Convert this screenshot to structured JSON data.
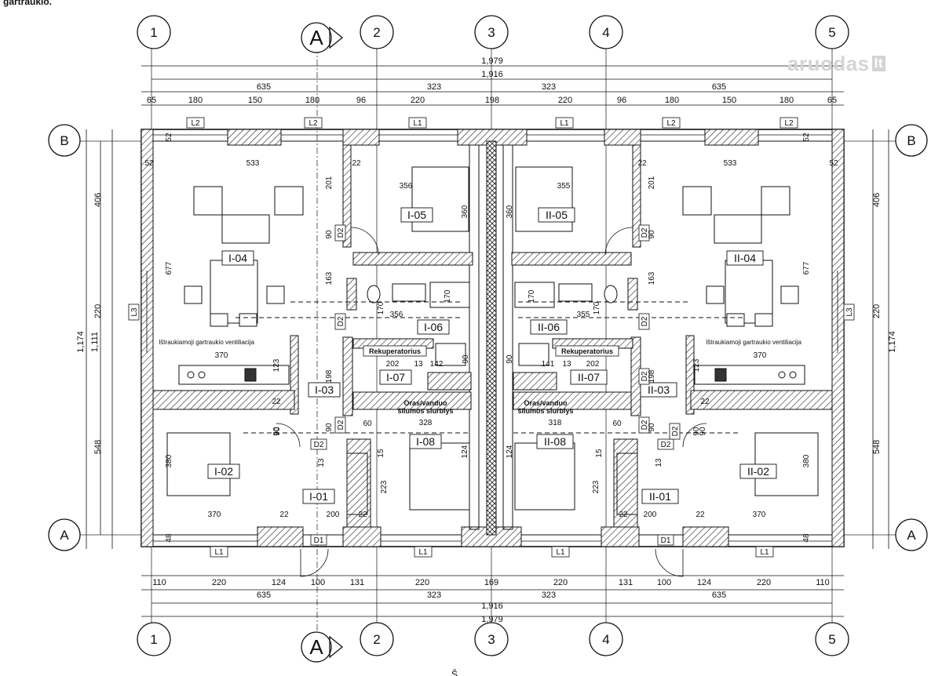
{
  "header": {
    "caption": "gartraukio."
  },
  "watermark": {
    "brand": "aruodas",
    "suffix": "lt"
  },
  "grid": {
    "columns": [
      "1",
      "2",
      "3",
      "4",
      "5"
    ],
    "rows": [
      "B",
      "A"
    ],
    "section": "A"
  },
  "dims_top": {
    "overall": "1,979",
    "inner": "1,916",
    "level2": [
      "635",
      "323",
      "323",
      "635"
    ],
    "level3": [
      "65",
      "180",
      "150",
      "180",
      "96",
      "220",
      "198",
      "220",
      "96",
      "180",
      "150",
      "180",
      "65"
    ]
  },
  "dims_bottom": {
    "overall": "1,979",
    "inner": "1,916",
    "level2": [
      "635",
      "323",
      "323",
      "635"
    ],
    "level3": [
      "110",
      "220",
      "124",
      "100",
      "131",
      "220",
      "169",
      "220",
      "131",
      "100",
      "124",
      "220",
      "110"
    ]
  },
  "dims_left": {
    "outer": "1,174",
    "inner": "1,111",
    "segments": [
      "406",
      "220",
      "548"
    ]
  },
  "dims_right": {
    "outer": "1,174",
    "segments": [
      "406",
      "220",
      "548"
    ]
  },
  "rooms": [
    "I-04",
    "I-05",
    "I-06",
    "I-07",
    "I-03",
    "I-02",
    "I-01",
    "I-08",
    "II-05",
    "II-04",
    "II-06",
    "II-07",
    "II-03",
    "II-02",
    "II-01",
    "II-08"
  ],
  "windows": [
    "L2",
    "L2",
    "L1",
    "L1",
    "L2",
    "L2",
    "L3",
    "L3",
    "L1",
    "L1",
    "L1",
    "L1"
  ],
  "doors": [
    "D2",
    "D2",
    "D2",
    "D2",
    "D2",
    "D2",
    "D2",
    "D2",
    "D2",
    "D2",
    "D1",
    "D1"
  ],
  "interior_dims": {
    "left": [
      "533",
      "52",
      "52",
      "677",
      "356",
      "201",
      "360",
      "90",
      "163",
      "356",
      "370",
      "123",
      "198",
      "202",
      "13",
      "142",
      "90",
      "90",
      "90",
      "380",
      "370",
      "22",
      "200",
      "223",
      "124",
      "328",
      "13",
      "15",
      "22",
      "170",
      "170",
      "60",
      "90",
      "22",
      "22",
      "48"
    ],
    "right": [
      "533",
      "52",
      "52",
      "677",
      "355",
      "201",
      "360",
      "90",
      "163",
      "355",
      "370",
      "123",
      "198",
      "202",
      "141",
      "13",
      "90",
      "90",
      "90",
      "380",
      "370",
      "22",
      "200",
      "223",
      "124",
      "318",
      "13",
      "15",
      "22",
      "170",
      "170",
      "60",
      "90",
      "22",
      "22",
      "48"
    ]
  },
  "labels": {
    "recuperator": "Rekuperatorius",
    "heat_pump_line1": "Oras/vanduo",
    "heat_pump_line2": "šilumos siurblys",
    "vent": "Ištraukiamoji gartraukio ventiliacija"
  },
  "footer_partial": "Š"
}
